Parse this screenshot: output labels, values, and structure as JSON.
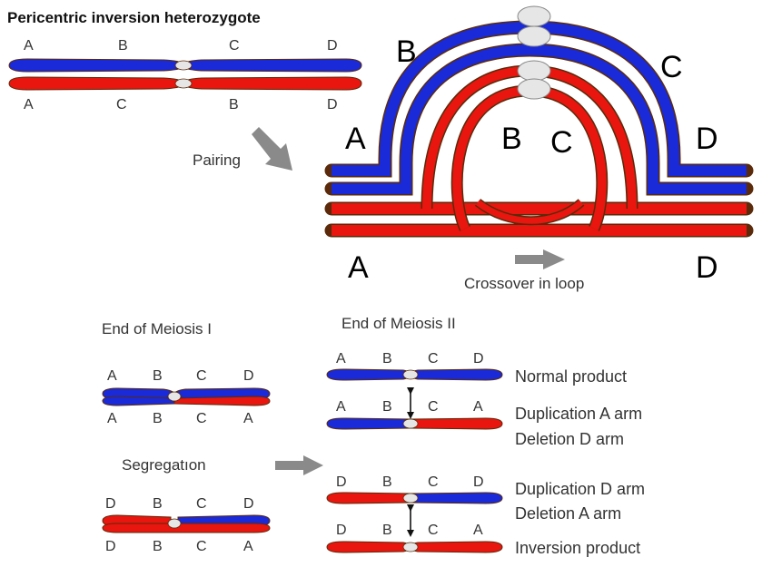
{
  "colors": {
    "blue": "#1a2ad8",
    "red": "#e8160f",
    "outline": "#5a2a0a",
    "centromere": "#e6e6e6",
    "arrow": "#8a8a8a"
  },
  "title": "Pericentric  inversion  heterozygote",
  "top_left": {
    "blue_labels": [
      "A",
      "B",
      "C",
      "D"
    ],
    "red_labels": [
      "A",
      "C",
      "B",
      "D"
    ]
  },
  "pairing_label": "Pairing",
  "loop": {
    "outer_labels": {
      "b": "B",
      "c": "C",
      "a": "A",
      "d": "D"
    },
    "inner_labels": {
      "b": "B",
      "c": "C"
    },
    "bottom_labels": {
      "a": "A",
      "d": "D"
    },
    "crossover_label": "Crossover in loop"
  },
  "meiosis1": {
    "title": "End of Meiosis I",
    "pair1_top_labels": [
      "A",
      "B",
      "C",
      "D"
    ],
    "pair1_bottom_labels": [
      "A",
      "B",
      "C",
      "A"
    ],
    "segregation_label": "Segregatıon",
    "pair2_top_labels": [
      "D",
      "B",
      "C",
      "D"
    ],
    "pair2_bottom_labels": [
      "D",
      "B",
      "C",
      "A"
    ]
  },
  "meiosis2": {
    "title": "End of Meiosis II",
    "products": [
      {
        "labels": [
          "A",
          "B",
          "C",
          "D"
        ],
        "desc": [
          "Normal product"
        ]
      },
      {
        "labels": [
          "A",
          "B",
          "C",
          "A"
        ],
        "desc": [
          "Duplication A arm",
          "Deletion D arm"
        ]
      },
      {
        "labels": [
          "D",
          "B",
          "C",
          "D"
        ],
        "desc": [
          "Duplication D arm",
          "Deletion A arm"
        ]
      },
      {
        "labels": [
          "D",
          "B",
          "C",
          "A"
        ],
        "desc": [
          "Inversion product"
        ]
      }
    ]
  }
}
